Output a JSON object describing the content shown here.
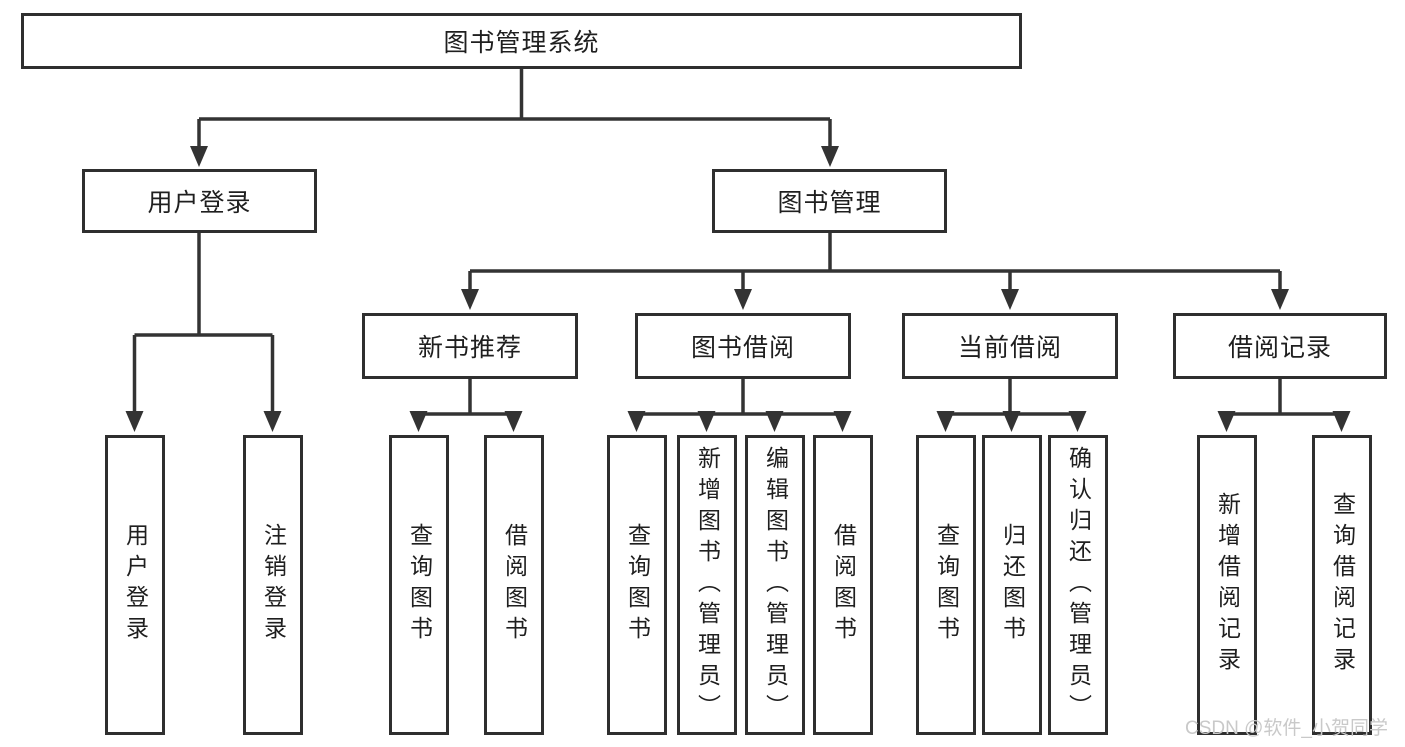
{
  "colors": {
    "line": "#333333",
    "box_border": "#2f2f2f",
    "text": "#1f1f1f",
    "watermark": "#c9c9c9",
    "background": "#ffffff"
  },
  "diagram": {
    "root": {
      "label": "图书管理系统"
    },
    "branches": [
      {
        "label": "用户登录",
        "leaves": [
          {
            "label": "用户登录"
          },
          {
            "label": "注销登录"
          }
        ]
      },
      {
        "label": "图书管理",
        "groups": [
          {
            "label": "新书推荐",
            "leaves": [
              {
                "label": "查询图书"
              },
              {
                "label": "借阅图书"
              }
            ]
          },
          {
            "label": "图书借阅",
            "leaves": [
              {
                "label": "查询图书"
              },
              {
                "label": "新增图书（管理员）"
              },
              {
                "label": "编辑图书（管理员）"
              },
              {
                "label": "借阅图书"
              }
            ]
          },
          {
            "label": "当前借阅",
            "leaves": [
              {
                "label": "查询图书"
              },
              {
                "label": "归还图书"
              },
              {
                "label": "确认归还（管理员）"
              }
            ]
          },
          {
            "label": "借阅记录",
            "leaves": [
              {
                "label": "新增借阅记录"
              },
              {
                "label": "查询借阅记录"
              }
            ]
          }
        ]
      }
    ]
  },
  "watermark": {
    "text": "CSDN @软件_小贺同学"
  }
}
